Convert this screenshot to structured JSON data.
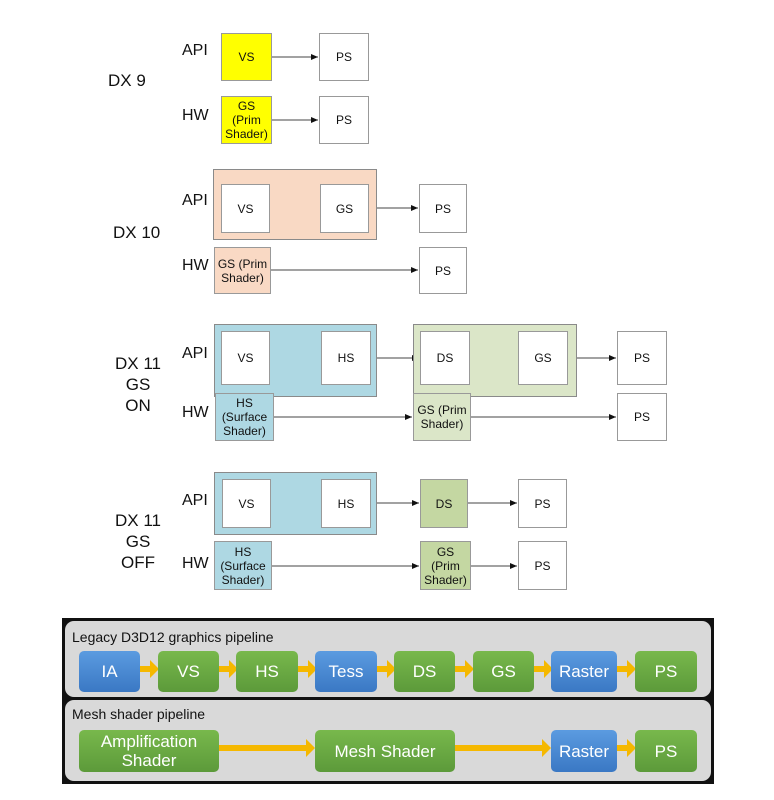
{
  "row_labels": {
    "api": "API",
    "hw": "HW"
  },
  "dx9": {
    "title": "DX 9",
    "api": {
      "vs": "VS",
      "ps": "PS"
    },
    "hw": {
      "gs": "GS (Prim Shader)",
      "ps": "PS"
    }
  },
  "dx10": {
    "title": "DX 10",
    "api": {
      "vs": "VS",
      "gs": "GS",
      "ps": "PS"
    },
    "hw": {
      "gs": "GS (Prim Shader)",
      "ps": "PS"
    }
  },
  "dx11on": {
    "title": "DX 11 GS ON",
    "api": {
      "vs": "VS",
      "hs": "HS",
      "ds": "DS",
      "gs": "GS",
      "ps": "PS"
    },
    "hw": {
      "hs": "HS (Surface Shader)",
      "gs": "GS (Prim Shader)",
      "ps": "PS"
    }
  },
  "dx11off": {
    "title": "DX 11 GS OFF",
    "api": {
      "vs": "VS",
      "hs": "HS",
      "ds": "DS",
      "ps": "PS"
    },
    "hw": {
      "hs": "HS (Surface Shader)",
      "gs": "GS (Prim Shader)",
      "ps": "PS"
    }
  },
  "legacy": {
    "title": "Legacy D3D12 graphics pipeline",
    "stages": [
      "IA",
      "VS",
      "HS",
      "Tess",
      "DS",
      "GS",
      "Raster",
      "PS"
    ]
  },
  "mesh": {
    "title": "Mesh shader pipeline",
    "stages": [
      "Amplification Shader",
      "Mesh Shader",
      "Raster",
      "PS"
    ]
  },
  "colors": {
    "dx9": "#ffff00",
    "dx10": "#f9d9c4",
    "dx11_blue": "#aed8e3",
    "dx11_green": "#dbe6c8",
    "ds_green": "#c4d7a2",
    "stage_blue": "#4a88d2",
    "stage_green": "#6aaa44",
    "arrow": "#f5b800"
  }
}
